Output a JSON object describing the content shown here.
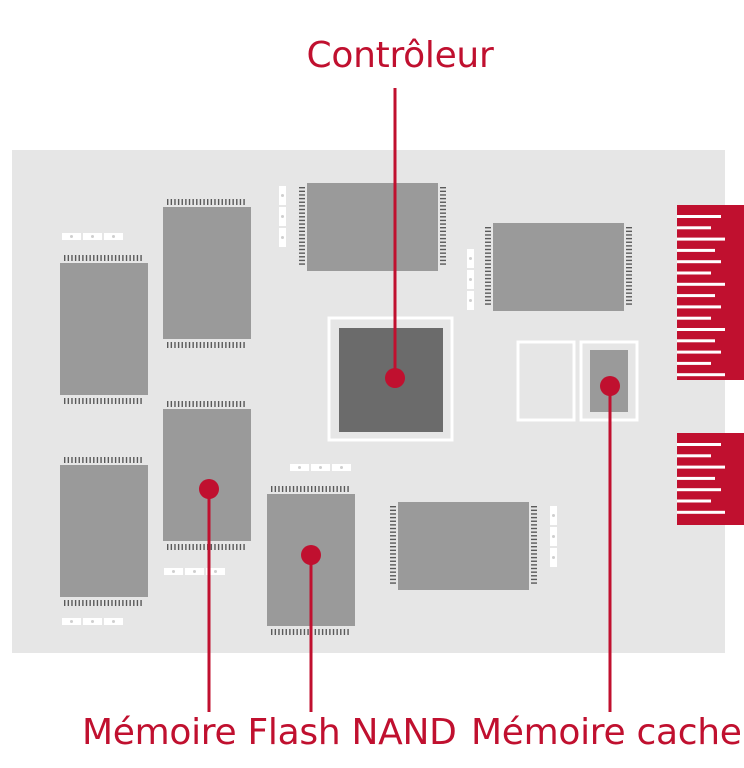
{
  "labels": {
    "controller": "Contrôleur",
    "flash": "Mémoire Flash NAND",
    "cache": "Mémoire cache"
  },
  "colors": {
    "board": "#e6e6e6",
    "chip": "#9a9a9a",
    "controller_chip": "#6b6b6b",
    "accent": "#c0102f",
    "pins": "#5a5a5a",
    "silkscreen": "#ffffff"
  },
  "icons": {
    "marker": "circle-dot-icon",
    "connector": "edge-connector-icon"
  }
}
